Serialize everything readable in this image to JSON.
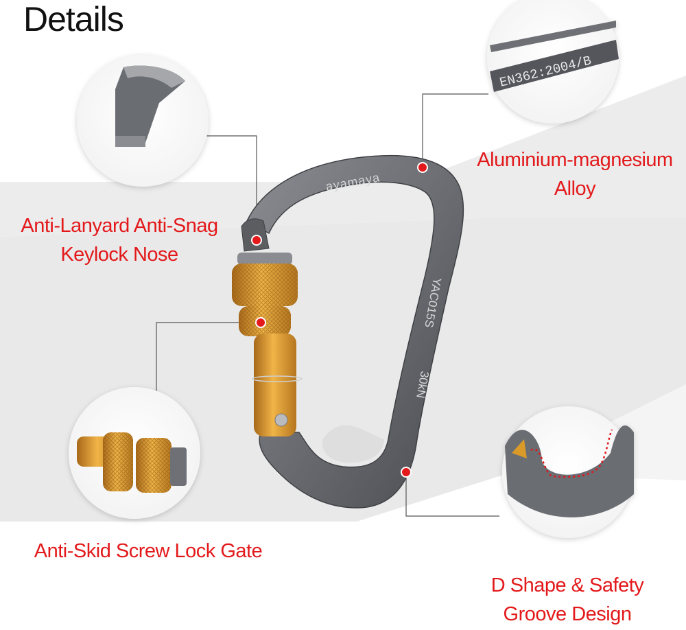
{
  "title": "Details",
  "callouts": {
    "alloy": [
      "Aluminium-magnesium",
      "Alloy"
    ],
    "nose": [
      "Anti-Lanyard Anti-Snag",
      "Keylock Nose"
    ],
    "gate": [
      "Anti-Skid Screw Lock Gate"
    ],
    "shape": [
      "D Shape & Safety",
      "Groove Design"
    ]
  },
  "engravings": {
    "brand": "ayamaya",
    "model": "YAC015S",
    "strength": "30kN",
    "standard": "EN362:2004/B"
  },
  "colors": {
    "callout_text": "#e3191b",
    "marker_dot": "#e3191b",
    "carabiner_body": "#6e7075",
    "gate_gold": "#d99a2b",
    "background_band": "#ececec",
    "leader_line": "#555555"
  }
}
